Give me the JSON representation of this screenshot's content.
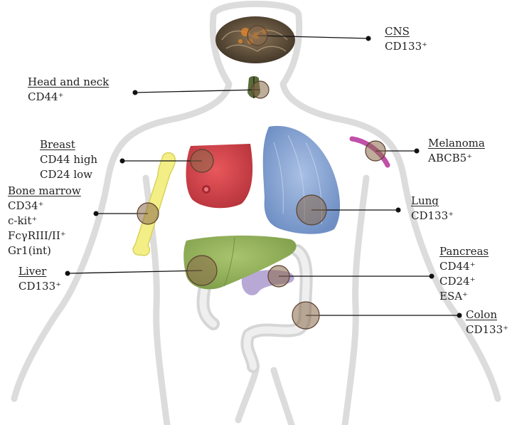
{
  "labels": {
    "cns": {
      "title": "CNS",
      "markers": [
        "CD133⁺"
      ]
    },
    "head_neck": {
      "title": "Head and neck",
      "markers": [
        "CD44⁺"
      ]
    },
    "breast": {
      "title": "Breast",
      "markers": [
        "CD44 high",
        "CD24 low"
      ]
    },
    "bone_marrow": {
      "title": "Bone marrow",
      "markers": [
        "CD34⁺",
        "c-kit⁺",
        "FcγRIII/II⁺",
        "Gr1(int)"
      ]
    },
    "liver": {
      "title": "Liver",
      "markers": [
        "CD133⁺"
      ]
    },
    "melanoma": {
      "title": "Melanoma",
      "markers": [
        "ABCB5⁺"
      ]
    },
    "lung": {
      "title": "Lung",
      "markers": [
        "CD133⁺"
      ]
    },
    "pancreas": {
      "title": "Pancreas",
      "markers": [
        "CD44⁺",
        "CD24⁺",
        "ESA⁺"
      ]
    },
    "colon": {
      "title": "Colon",
      "markers": [
        "CD133⁺"
      ]
    }
  },
  "colors": {
    "body_outline": "#d9d9d9",
    "brain": "#6b5a44",
    "brain_spots": "#d9822b",
    "breast": "#d9444a",
    "bone": "#f3ef86",
    "lung": "#7f9fcf",
    "liver": "#93b35a",
    "pancreas": "#b8a8d6",
    "intestine": "#d8d8d8",
    "skin_band": "#c050a8",
    "marker_circle": "#8a6a4a",
    "leader_line": "#111111"
  }
}
